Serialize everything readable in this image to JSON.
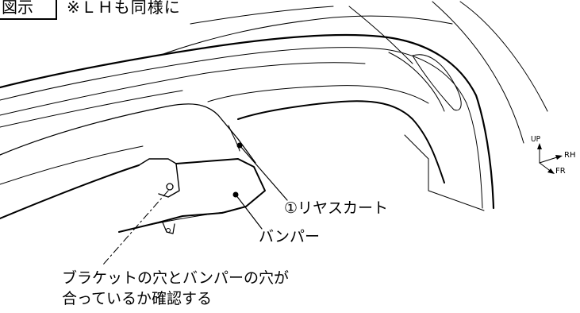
{
  "header": {
    "fig_label": "図示",
    "note": "※ＬＨも同様に"
  },
  "callouts": {
    "rear_skirt": "①リヤスカート",
    "bumper": "バンパー"
  },
  "instruction": {
    "line1": "ブラケットの穴とバンパーの穴が",
    "line2": "合っているか確認する"
  },
  "direction_indicator": {
    "up": "UP",
    "rh": "RH",
    "fr": "FR"
  },
  "colors": {
    "line": "#000000",
    "background": "#ffffff"
  }
}
